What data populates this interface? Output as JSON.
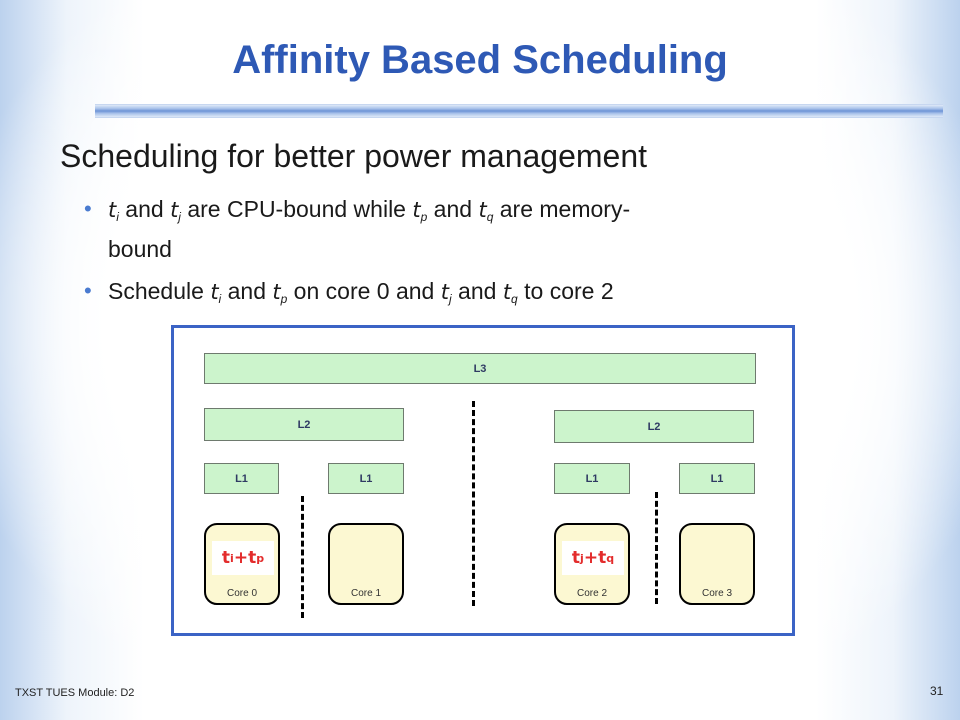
{
  "slide": {
    "title": "Affinity Based Scheduling",
    "heading": "Scheduling for better power management",
    "bullets": [
      {
        "v1": "t",
        "v1_sub": "i",
        "t1": " and ",
        "v2": "t",
        "v2_sub": "j",
        "t2": " are CPU-bound while ",
        "v3": "t",
        "v3_sub": "p",
        "t3": " and ",
        "v4": "t",
        "v4_sub": "q",
        "t4": " are memory-",
        "t5": "bound"
      },
      {
        "lead": "Schedule ",
        "v1": "t",
        "v1_sub": "i",
        "t1": " and ",
        "v2": "t",
        "v2_sub": "p",
        "t2": " on core 0 and ",
        "v3": "t",
        "v3_sub": "j",
        "t3": " and ",
        "v4": "t",
        "v4_sub": "q",
        "t4": " to core 2"
      }
    ],
    "footer": "TXST TUES Module: D2",
    "page_number": "31"
  },
  "diagram": {
    "l3_label": "L3",
    "l2_labels": [
      "L2",
      "L2"
    ],
    "l1_labels": [
      "L1",
      "L1",
      "L1",
      "L1"
    ],
    "cores": [
      {
        "label": "Core 0",
        "task": {
          "a": "t",
          "a_sub": "i",
          "op": " + ",
          "b": "t",
          "b_sub": "p"
        }
      },
      {
        "label": "Core 1"
      },
      {
        "label": "Core 2",
        "task": {
          "a": "t",
          "a_sub": "j",
          "op": " + ",
          "b": "t",
          "b_sub": "q"
        }
      },
      {
        "label": "Core 3"
      }
    ],
    "colors": {
      "cache_fill": "#ccf4cc",
      "core_fill": "#fcf8d2",
      "task_text": "#e32c2c",
      "border": "#3b63c5",
      "title": "#2e59b5"
    }
  }
}
